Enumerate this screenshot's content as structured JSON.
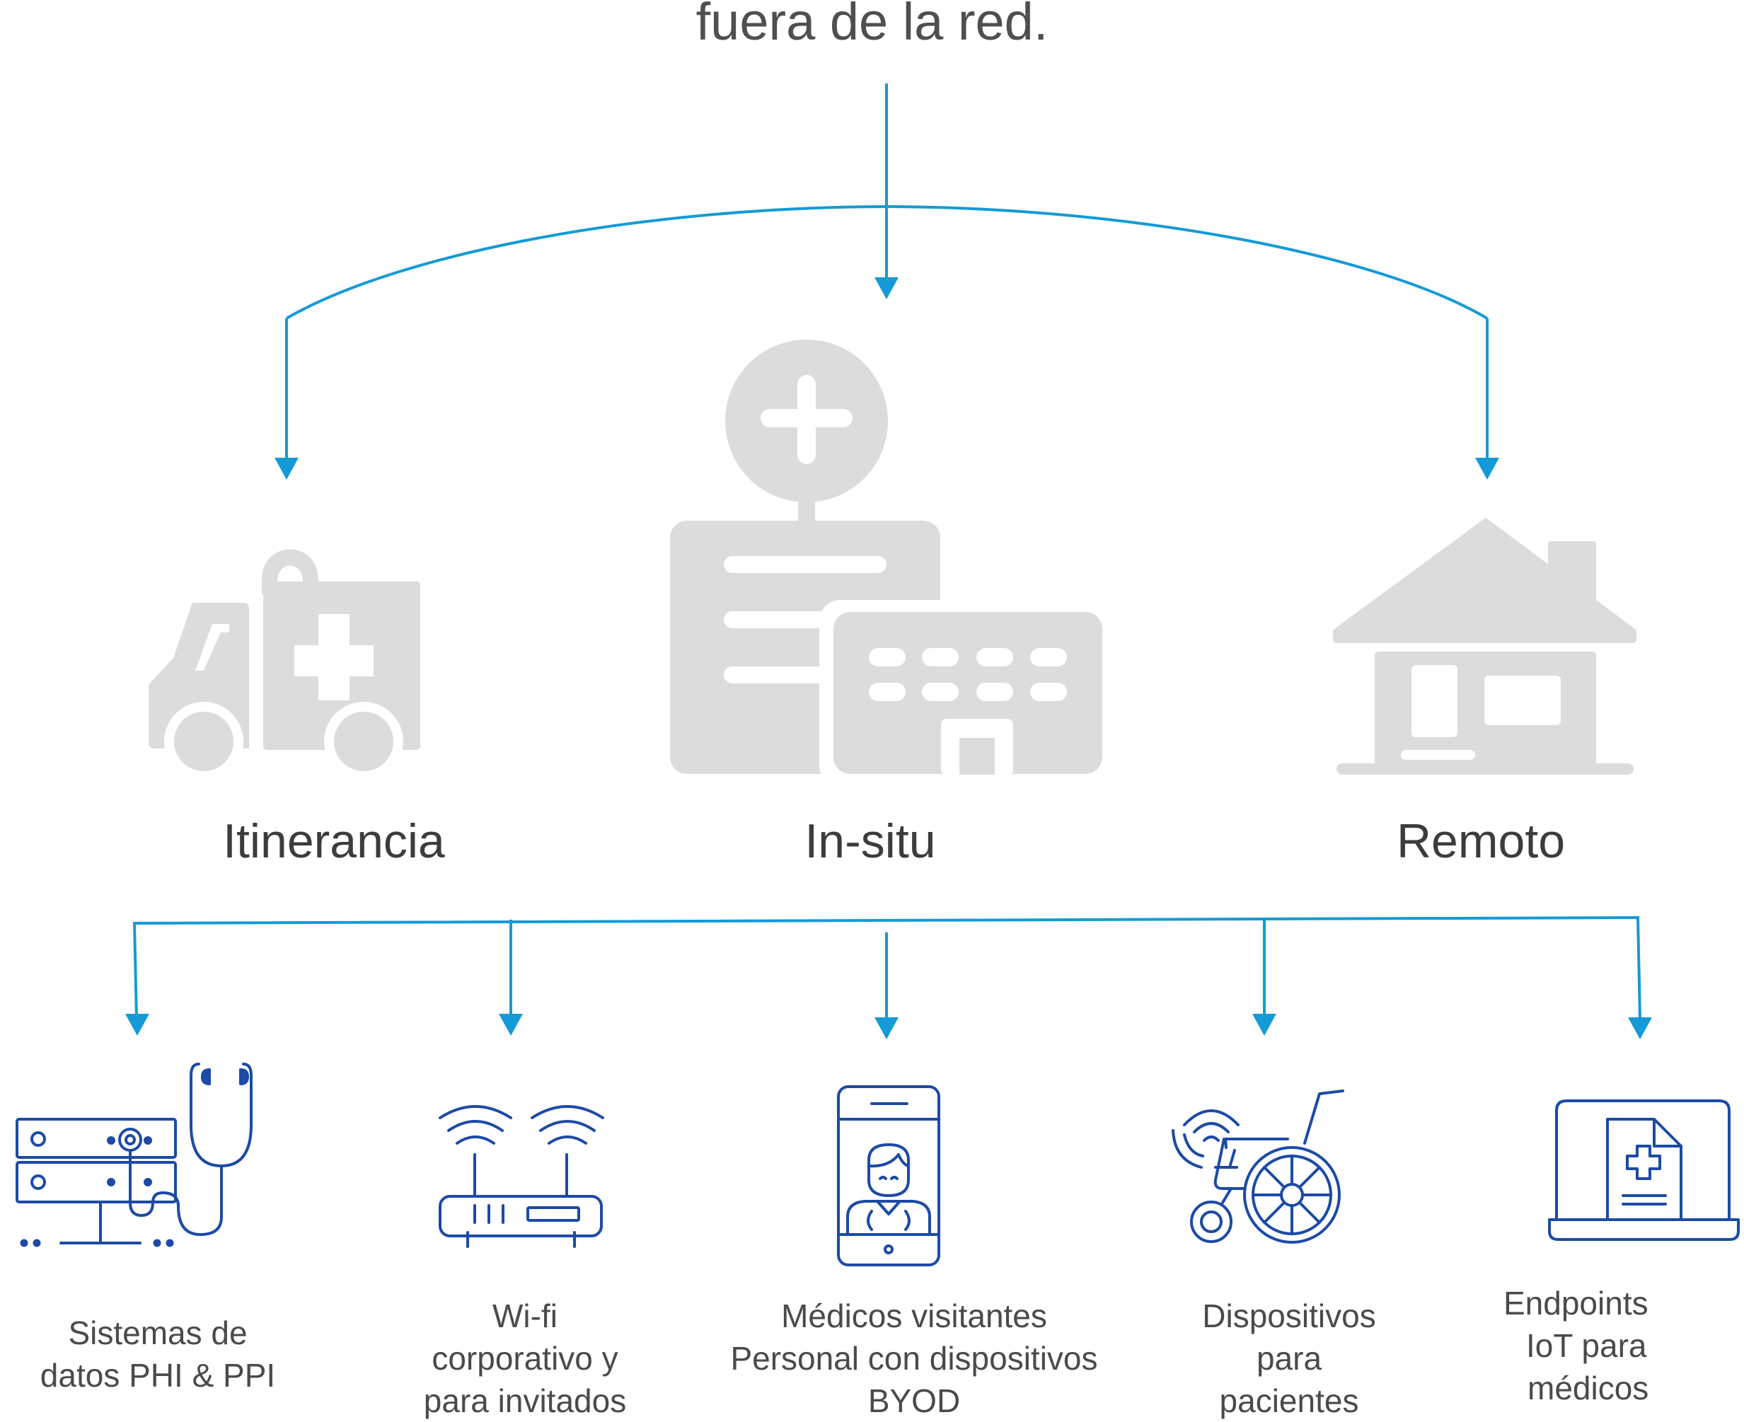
{
  "headline": "fuera de la red.",
  "locations": [
    {
      "label": "Itinerancia",
      "icon": "ambulance-icon"
    },
    {
      "label": "In-situ",
      "icon": "hospital-building-icon"
    },
    {
      "label": "Remoto",
      "icon": "house-icon"
    }
  ],
  "categories": [
    {
      "lines": [
        "Sistemas de",
        "datos PHI & PPI"
      ],
      "icon": "server-stethoscope-icon"
    },
    {
      "lines": [
        "Wi-fi",
        "corporativo y",
        "para invitados"
      ],
      "icon": "wifi-router-icon"
    },
    {
      "lines": [
        "Médicos visitantes",
        "Personal con dispositivos",
        "BYOD"
      ],
      "icon": "smartphone-doctor-icon"
    },
    {
      "lines": [
        "Dispositivos",
        "para",
        "pacientes"
      ],
      "icon": "wheelchair-signal-icon"
    },
    {
      "lines": [
        "Endpoints",
        "IoT para",
        "médicos"
      ],
      "icon": "laptop-medical-record-icon"
    }
  ],
  "colors": {
    "arrow": "#149ad6",
    "icon_gray": "#dcdcdc",
    "icon_blue": "#1c4aa6",
    "text": "#4a4a4a"
  }
}
